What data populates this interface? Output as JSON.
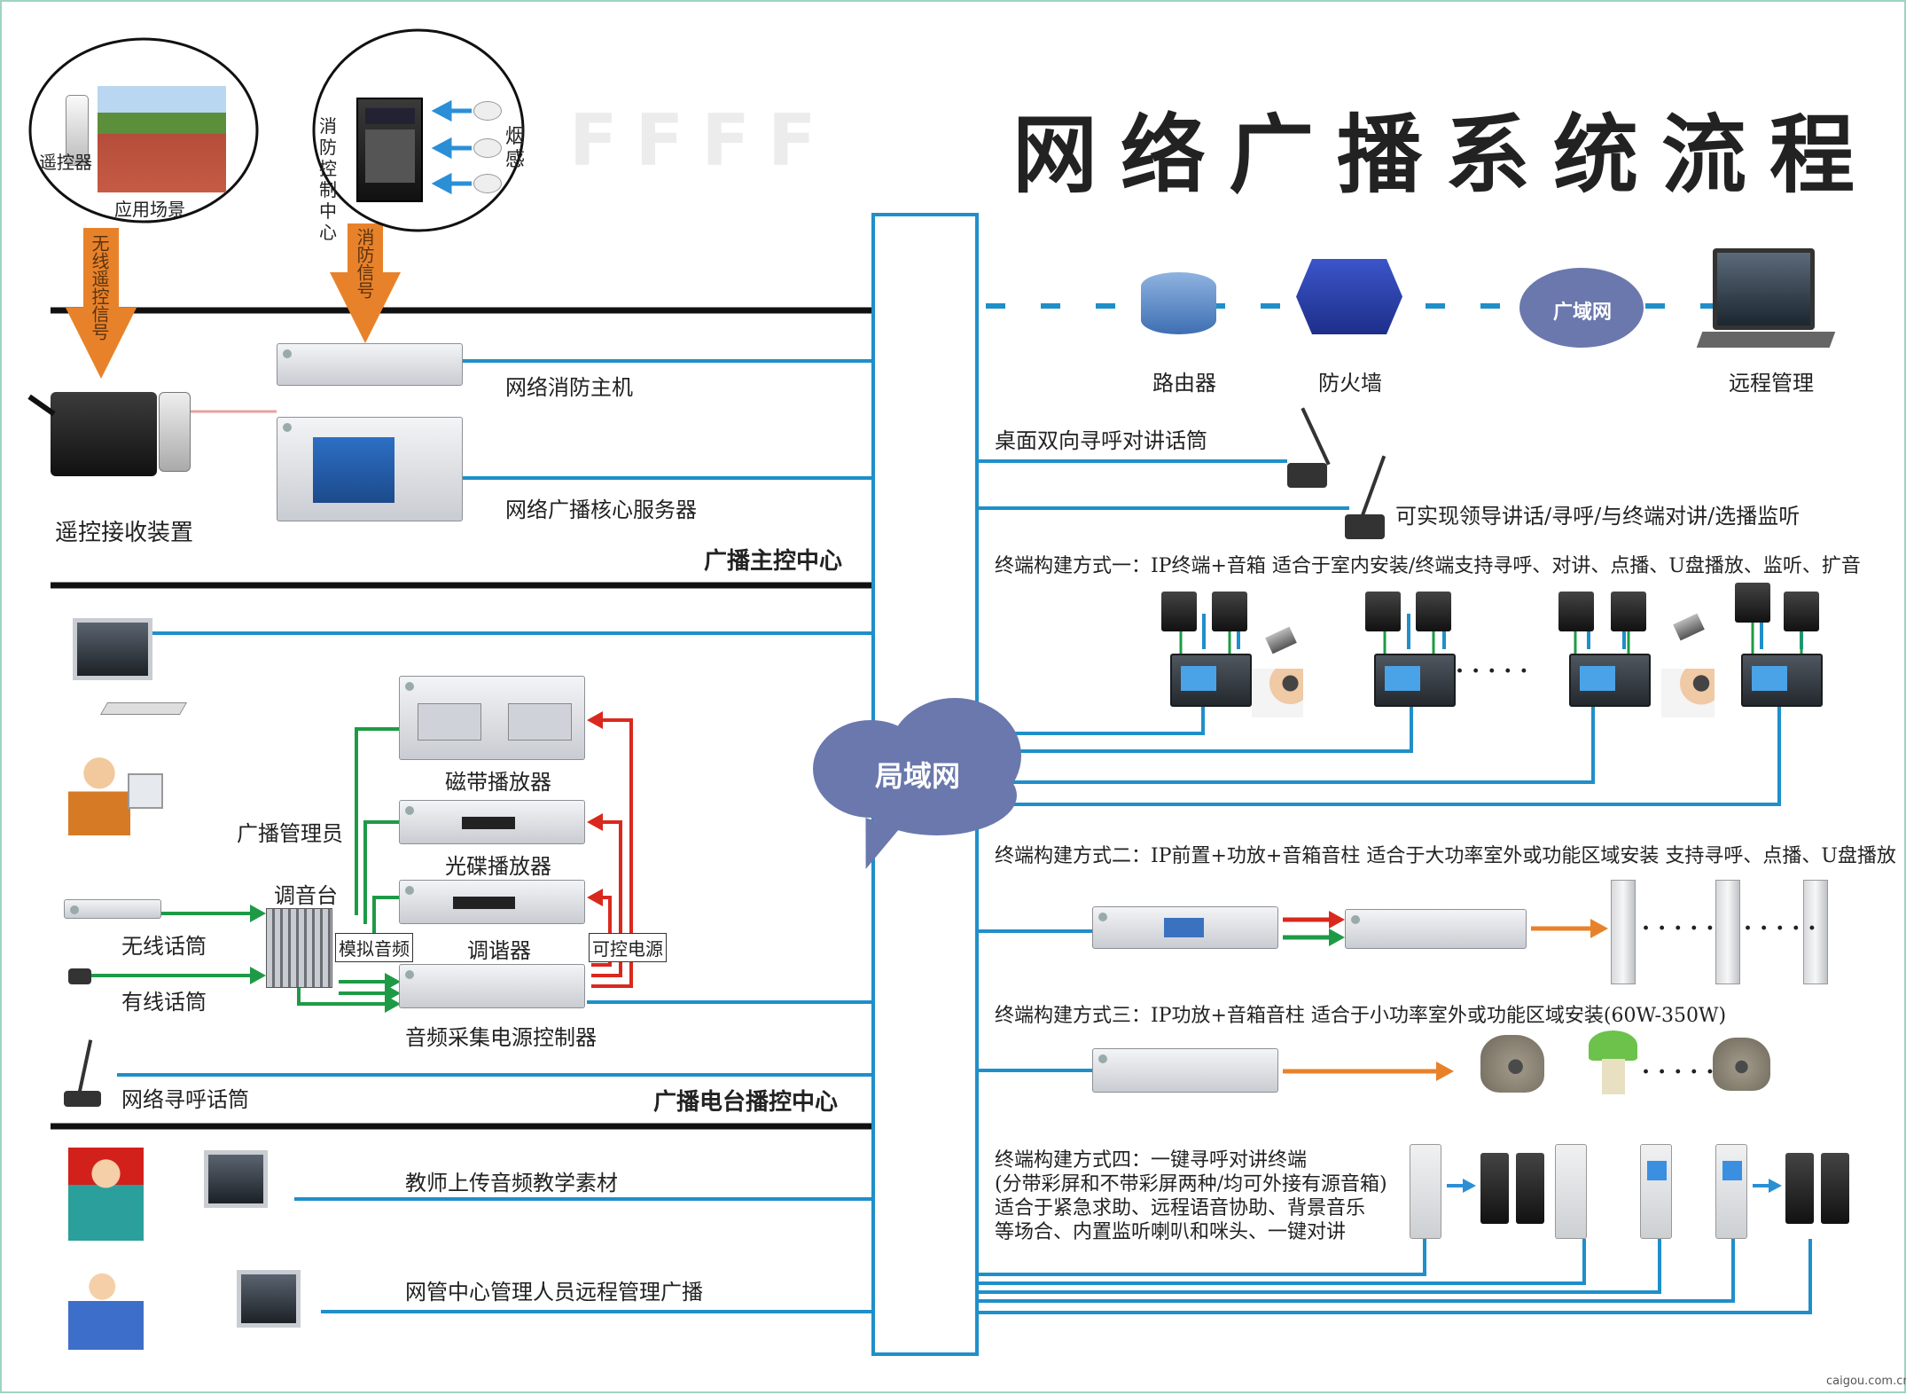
{
  "title": "网络广播系统流程",
  "top_left": {
    "remote_label": "遥控器",
    "scene_label": "应用场景",
    "remote_signal": "无线遥控信号",
    "fire_center": [
      "消防",
      "控制",
      "中心"
    ],
    "smoke_label": [
      "烟",
      "感"
    ],
    "fire_signal": "消防信号"
  },
  "master_center": {
    "fire_host": "网络消防主机",
    "remote_receiver": "遥控接收装置",
    "core_server": "网络广播核心服务器",
    "section_label": "广播主控中心"
  },
  "station_center": {
    "admin": "广播管理员",
    "tape": "磁带播放器",
    "cd": "光碟播放器",
    "mixer": "调音台",
    "tuner": "调谐器",
    "wireless_mic": "无线话筒",
    "wired_mic": "有线话筒",
    "analog_audio": "模拟音频",
    "controlled_power": "可控电源",
    "audio_power_ctrl": "音频采集电源控制器",
    "net_paging_mic": "网络寻呼话筒",
    "section_label": "广播电台播控中心"
  },
  "bottom_left": {
    "teacher_upload": "教师上传音频教学素材",
    "remote_admin": "网管中心管理人员远程管理广播"
  },
  "lan_label": "局域网",
  "wan_label": "广域网",
  "right": {
    "router": "路由器",
    "firewall": "防火墙",
    "remote_mgmt": "远程管理",
    "desk_mic": "桌面双向寻呼对讲话筒",
    "leader_talk": "可实现领导讲话/寻呼/与终端对讲/选播监听",
    "mode1": "终端构建方式一：IP终端+音箱 适合于室内安装/终端支持寻呼、对讲、点播、U盘播放、监听、扩音",
    "mode2": "终端构建方式二：IP前置+功放+音箱音柱 适合于大功率室外或功能区域安装 支持寻呼、点播、U盘播放",
    "mode3": "终端构建方式三：IP功放+音箱音柱 适合于小功率室外或功能区域安装(60W-350W)",
    "mode4_lines": [
      "终端构建方式四：一键寻呼对讲终端",
      "(分带彩屏和不带彩屏两种/均可外接有源音箱)",
      "适合于紧急求助、远程语音协助、背景音乐",
      "等场合、内置监听喇叭和咪头、一键对讲"
    ],
    "dots": "· · · · ·"
  },
  "watermark": "caigou.com.cn",
  "colors": {
    "network_line": "#1f8fc9",
    "lan_cloud": "#6a78ad",
    "signal_arrow": "#e8822a",
    "audio_line": "#1e9a46",
    "power_line": "#d9291f",
    "section_bar": "#111111"
  }
}
